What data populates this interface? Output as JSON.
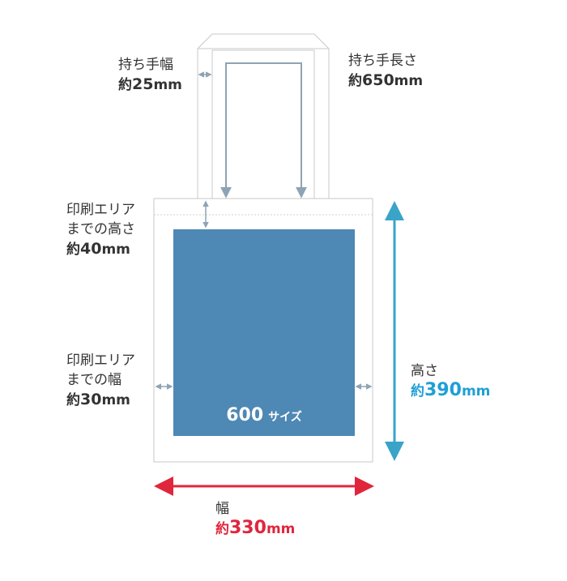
{
  "labels": {
    "handle_width": {
      "title": "持ち手幅",
      "prefix": "約",
      "value": "25",
      "unit": "mm"
    },
    "handle_length": {
      "title": "持ち手長さ",
      "prefix": "約",
      "value": "650",
      "unit": "mm"
    },
    "print_top": {
      "line1": "印刷エリア",
      "line2": "までの高さ",
      "prefix": "約",
      "value": "40",
      "unit": "mm"
    },
    "print_side": {
      "line1": "印刷エリア",
      "line2": "までの幅",
      "prefix": "約",
      "value": "30",
      "unit": "mm"
    },
    "height": {
      "title": "高さ",
      "prefix": "約",
      "value": "390",
      "unit": "mm"
    },
    "width": {
      "title": "幅",
      "prefix": "約",
      "value": "330",
      "unit": "mm"
    },
    "print_area": {
      "number": "600",
      "suffix": "サイズ"
    }
  },
  "colors": {
    "print_area": "#4e88b4",
    "height_arrow": "#3aa3c8",
    "width_arrow": "#e0263d",
    "height_text": "#1f9fd6",
    "width_text": "#e0263d",
    "guide_arrow": "#8ea3b3",
    "outline": "#c8c8c8"
  }
}
